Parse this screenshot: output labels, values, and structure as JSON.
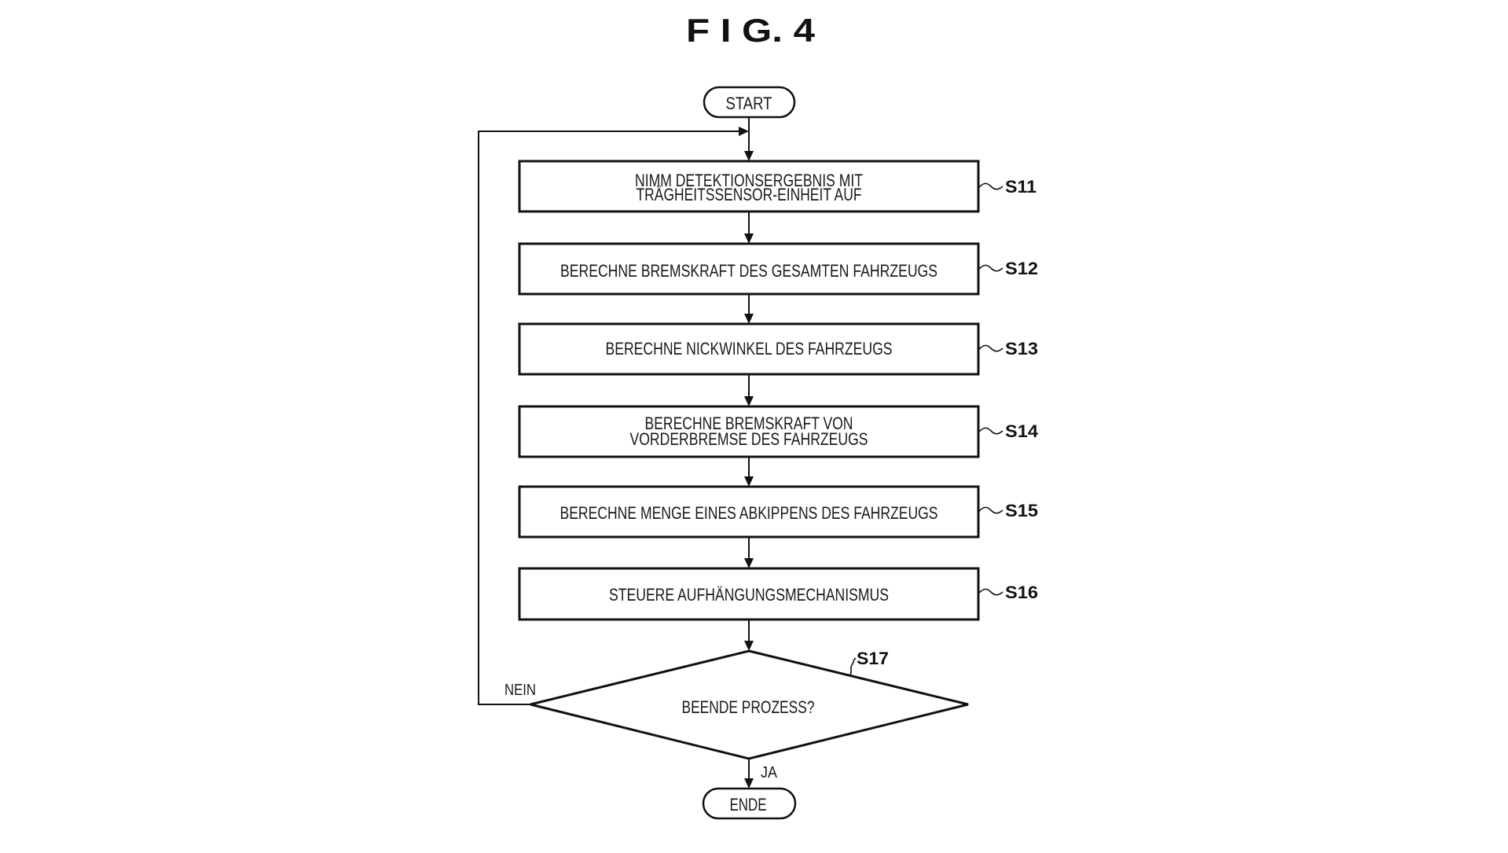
{
  "figure": {
    "title": "F I G.   4"
  },
  "start": {
    "label": "START"
  },
  "end": {
    "label": "ENDE"
  },
  "steps": [
    {
      "id": "S11",
      "lines": [
        "NIMM DETEKTIONSERGEBNIS MIT",
        "TRÄGHEITSSENSOR-EINHEIT AUF"
      ]
    },
    {
      "id": "S12",
      "lines": [
        "BERECHNE BREMSKRAFT DES GESAMTEN FAHRZEUGS"
      ]
    },
    {
      "id": "S13",
      "lines": [
        "BERECHNE NICKWINKEL DES FAHRZEUGS"
      ]
    },
    {
      "id": "S14",
      "lines": [
        "BERECHNE BREMSKRAFT VON",
        "VORDERBREMSE DES FAHRZEUGS"
      ]
    },
    {
      "id": "S15",
      "lines": [
        "BERECHNE MENGE EINES ABKIPPENS DES FAHRZEUGS"
      ]
    },
    {
      "id": "S16",
      "lines": [
        "STEUERE AUFHÄNGUNGSMECHANISMUS"
      ]
    }
  ],
  "decision": {
    "id": "S17",
    "question": "BEENDE PROZESS?",
    "no_label": "NEIN",
    "yes_label": "JA"
  }
}
